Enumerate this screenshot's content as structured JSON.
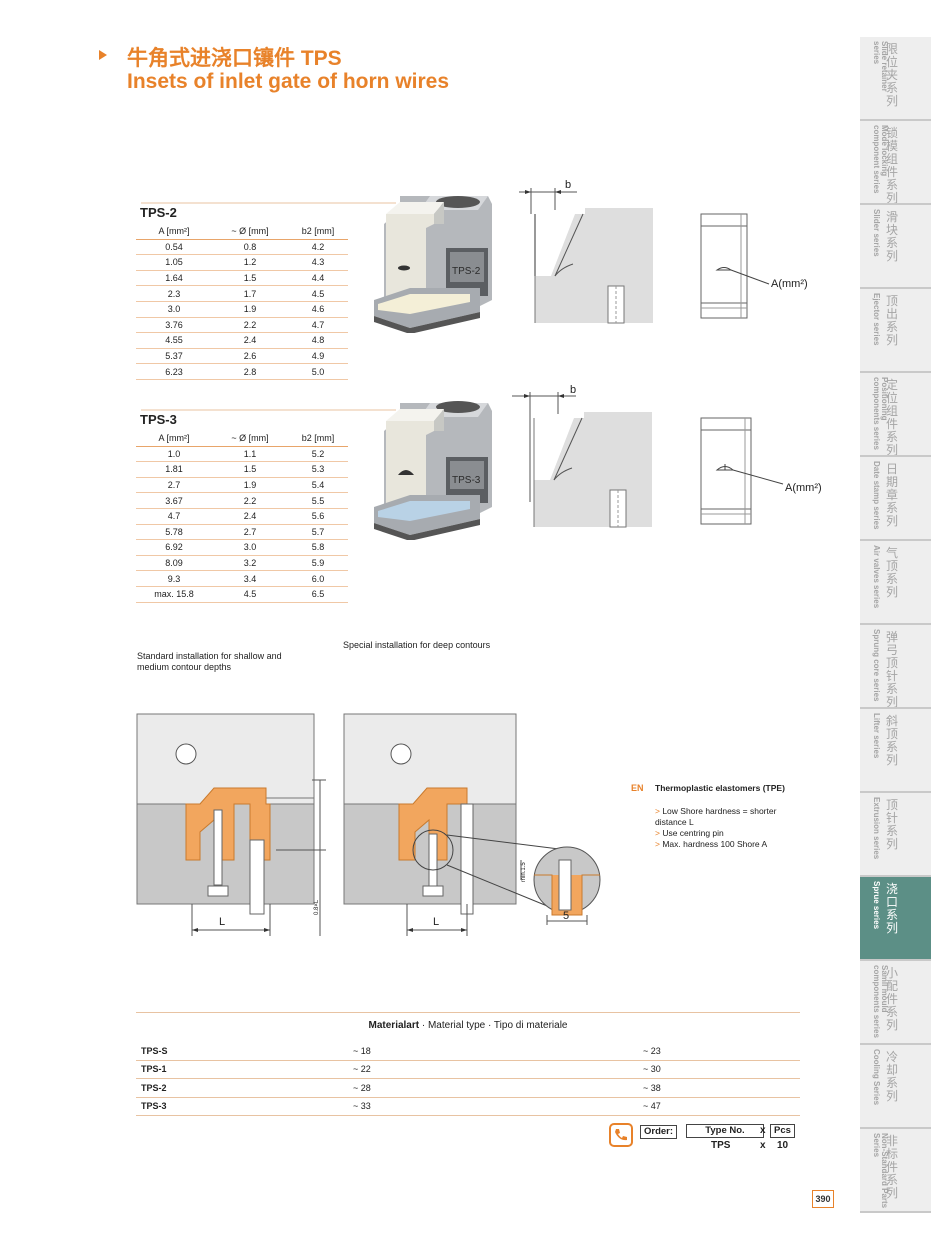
{
  "header": {
    "title_cn": "牛角式进浇口镶件 TPS",
    "title_en": "Insets of inlet gate of horn wires"
  },
  "tps2": {
    "title": "TPS-2",
    "headers": [
      "A [mm²]",
      "~ Ø [mm]",
      "b2 [mm]"
    ],
    "rows": [
      [
        "0.54",
        "0.8",
        "4.2"
      ],
      [
        "1.05",
        "1.2",
        "4.3"
      ],
      [
        "1.64",
        "1.5",
        "4.4"
      ],
      [
        "2.3",
        "1.7",
        "4.5"
      ],
      [
        "3.0",
        "1.9",
        "4.6"
      ],
      [
        "3.76",
        "2.2",
        "4.7"
      ],
      [
        "4.55",
        "2.4",
        "4.8"
      ],
      [
        "5.37",
        "2.6",
        "4.9"
      ],
      [
        "6.23",
        "2.8",
        "5.0"
      ]
    ],
    "block_label": "TPS-2",
    "dim_b": "b",
    "dim_a": "A(mm²)"
  },
  "tps3": {
    "title": "TPS-3",
    "headers": [
      "A [mm²]",
      "~ Ø [mm]",
      "b2 [mm]"
    ],
    "rows": [
      [
        "1.0",
        "1.1",
        "5.2"
      ],
      [
        "1.81",
        "1.5",
        "5.3"
      ],
      [
        "2.7",
        "1.9",
        "5.4"
      ],
      [
        "3.67",
        "2.2",
        "5.5"
      ],
      [
        "4.7",
        "2.4",
        "5.6"
      ],
      [
        "5.78",
        "2.7",
        "5.7"
      ],
      [
        "6.92",
        "3.0",
        "5.8"
      ],
      [
        "8.09",
        "3.2",
        "5.9"
      ],
      [
        "9.3",
        "3.4",
        "6.0"
      ],
      [
        "max. 15.8",
        "4.5",
        "6.5"
      ]
    ],
    "block_label": "TPS-3",
    "dim_b": "b",
    "dim_a": "A(mm²)"
  },
  "install": {
    "standard": "Standard installation for shallow and medium contour depths",
    "special": "Special installation for deep contours",
    "dim_L": "L",
    "dim_5": "5",
    "dim_min": "min.1.5",
    "dim_08": "0.8×L"
  },
  "notes": {
    "lang": "EN",
    "title": "Thermoplastic elastomers (TPE)",
    "items": [
      "Low Shore hardness = shorter distance L",
      "Use centring pin",
      "Max. hardness 100 Shore A"
    ]
  },
  "material": {
    "heading_bold": "Materialart",
    "heading_rest": " · Material type · Tipo di materiale",
    "rows": [
      [
        "TPS-S",
        "~ 18",
        "~ 23"
      ],
      [
        "TPS-1",
        "~ 22",
        "~ 30"
      ],
      [
        "TPS-2",
        "~ 28",
        "~ 38"
      ],
      [
        "TPS-3",
        "~ 33",
        "~ 47"
      ]
    ]
  },
  "order": {
    "label": "Order:",
    "type_label": "Type No.",
    "x": "x",
    "pcs_label": "Pcs",
    "type_value": "TPS",
    "pcs_value": "10"
  },
  "page_number": "390",
  "sidebar": [
    {
      "cn": "限位夹系列",
      "en": "Slide retainer series",
      "active": false
    },
    {
      "cn": "锁模组件系列",
      "en": "Mode locking component series",
      "active": false
    },
    {
      "cn": "滑块系列",
      "en": "Slider series",
      "active": false
    },
    {
      "cn": "顶出系列",
      "en": "Ejector series",
      "active": false
    },
    {
      "cn": "定位组件系列",
      "en": "Positioning components series",
      "active": false
    },
    {
      "cn": "日期章系列",
      "en": "Date stamp series",
      "active": false
    },
    {
      "cn": "气顶系列",
      "en": "Air valves series",
      "active": false
    },
    {
      "cn": "弹弓顶针系列",
      "en": "Sprung core series",
      "active": false
    },
    {
      "cn": "斜顶系列",
      "en": "Lifter series",
      "active": false
    },
    {
      "cn": "顶针系列",
      "en": "Extrusion series",
      "active": false
    },
    {
      "cn": "浇口系列",
      "en": "Sprue series",
      "active": true
    },
    {
      "cn": "小配件系列",
      "en": "Samll mould components series",
      "active": false
    },
    {
      "cn": "冷却系列",
      "en": "Cooling Series",
      "active": false
    },
    {
      "cn": "非标件系列",
      "en": "Non-Standard Parts Series",
      "active": false
    }
  ],
  "colors": {
    "accent": "#e8822a",
    "sidebar_active": "#5c8f86",
    "plate_gray": "#c8c8c8",
    "insert_orange": "#f2a65e"
  }
}
